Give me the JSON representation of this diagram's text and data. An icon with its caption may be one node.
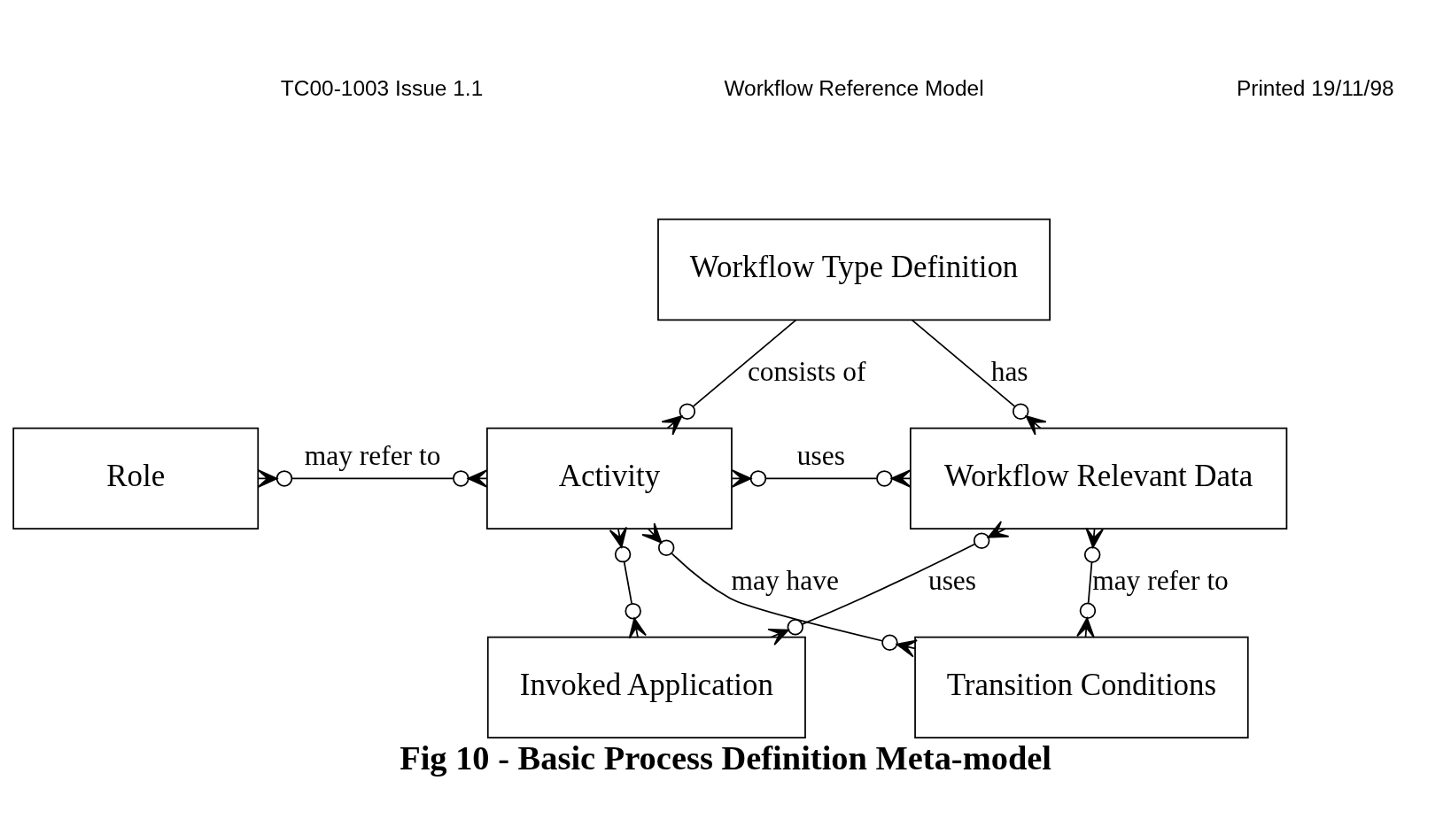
{
  "diagram": {
    "caption": "Fig 10 - Basic Process Definition Meta-model",
    "nodes": [
      {
        "text": [
          "Workflow Type Definition"
        ]
      },
      {
        "text": [
          "Role"
        ]
      },
      {
        "text": [
          "Activity"
        ]
      },
      {
        "text": [
          "Workflow Relevant Data"
        ]
      },
      {
        "text": [
          "Invoked Application"
        ]
      },
      {
        "text": [
          "Transition Conditions"
        ]
      }
    ],
    "edges": [
      {
        "from": 0,
        "to": 2,
        "arrow": "other",
        "label": "consists of"
      },
      {
        "from": 0,
        "to": 3,
        "arrow": "other",
        "label": "has"
      },
      {
        "from": 1,
        "to": 2,
        "arrow": "other",
        "label": "may refer to"
      },
      {
        "from": 2,
        "to": 3,
        "arrow": "other",
        "label": "uses"
      },
      {
        "from": 2,
        "to": 4,
        "arrow": "other"
      },
      {
        "from": 3,
        "to": 4,
        "arrow": "other",
        "label": "uses"
      },
      {
        "from": 2,
        "to": 5,
        "arrow": "other",
        "label": "may have"
      },
      {
        "from": 3,
        "to": 5,
        "arrow": "other",
        "label": "may refer to"
      }
    ],
    "labels": [
      "TC00-1003 Issue 1.1",
      "Workflow Reference Model",
      "Printed 19/11/98"
    ]
  }
}
